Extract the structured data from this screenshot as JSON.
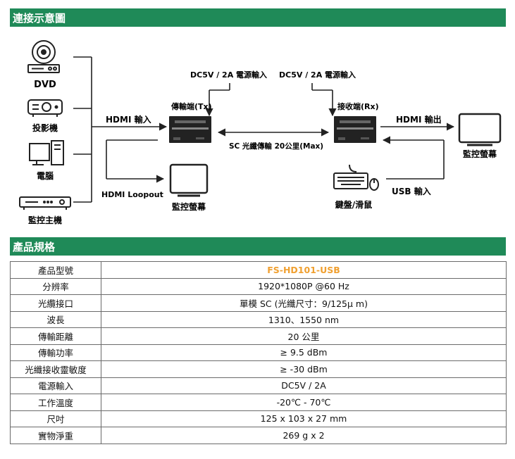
{
  "sections": {
    "diagram_title": "連接示意圖",
    "spec_title": "產品規格"
  },
  "diagram": {
    "dvd": "DVD",
    "projector": "投影機",
    "computer": "電腦",
    "monitor_host": "監控主機",
    "hdmi_in": "HDMI 輸入",
    "hdmi_loopout": "HDMI Loopout",
    "loop_monitor": "監控螢幕",
    "power_tx": "DC5V / 2A 電源輸入",
    "power_rx": "DC5V / 2A 電源輸入",
    "tx_label": "傳輸端(Tx)",
    "rx_label": "接收端(Rx)",
    "fiber": "SC 光纖傳輸 20公里(Max)",
    "hdmi_out": "HDMI 輸出",
    "out_monitor": "監控螢幕",
    "usb_in": "USB 輸入",
    "keyboard_mouse": "鍵盤/滑鼠"
  },
  "specs": [
    {
      "key": "產品型號",
      "value": "FS-HD101-USB"
    },
    {
      "key": "分辨率",
      "value": "1920*1080P @60 Hz"
    },
    {
      "key": "光纜接口",
      "value": "單模 SC (光纖尺寸：9/125μ m)"
    },
    {
      "key": "波長",
      "value": "1310、1550 nm"
    },
    {
      "key": "傳輸距離",
      "value": "20 公里"
    },
    {
      "key": "傳輸功率",
      "value": "≥ 9.5 dBm"
    },
    {
      "key": "光纖接收靈敏度",
      "value": "≥ -30 dBm"
    },
    {
      "key": "電源輸入",
      "value": "DC5V / 2A"
    },
    {
      "key": "工作溫度",
      "value": "-20℃ - 70℃"
    },
    {
      "key": "尺吋",
      "value": "125 x 103 x 27 mm"
    },
    {
      "key": "實物淨重",
      "value": "269 g x 2"
    }
  ]
}
